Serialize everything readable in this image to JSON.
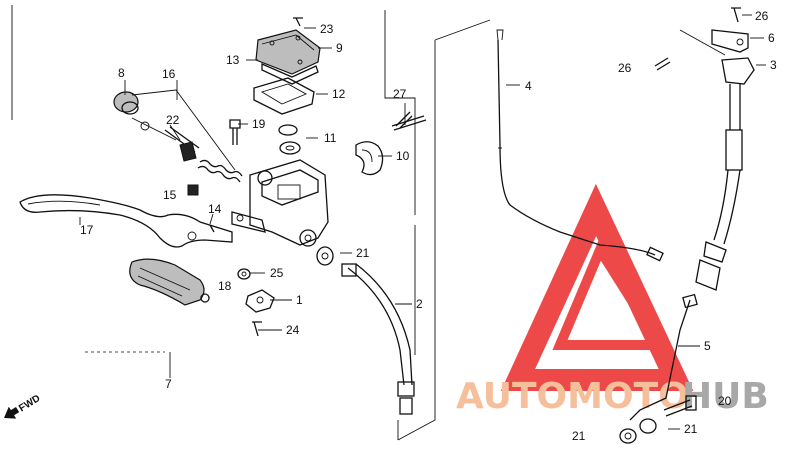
{
  "callouts": {
    "p1": "1",
    "p2": "2",
    "p3": "3",
    "p4": "4",
    "p5": "5",
    "p6": "6",
    "p7": "7",
    "p8": "8",
    "p9": "9",
    "p10": "10",
    "p11": "11",
    "p12": "12",
    "p13": "13",
    "p14": "14",
    "p15": "15",
    "p16": "16",
    "p17": "17",
    "p18": "18",
    "p19": "19",
    "p20": "20",
    "p21a": "21",
    "p21b": "21",
    "p21c": "21",
    "p22": "22",
    "p23": "23",
    "p24": "24",
    "p25": "25",
    "p26a": "26",
    "p26b": "26",
    "p27": "27"
  },
  "fwd_label": "FWD",
  "watermark": {
    "text_a": "AUTOMOTO",
    "text_b": "HUB",
    "color_a": "#f5b58a",
    "color_b": "#9a9a9a",
    "triangle_color": "#ec2a2a"
  }
}
